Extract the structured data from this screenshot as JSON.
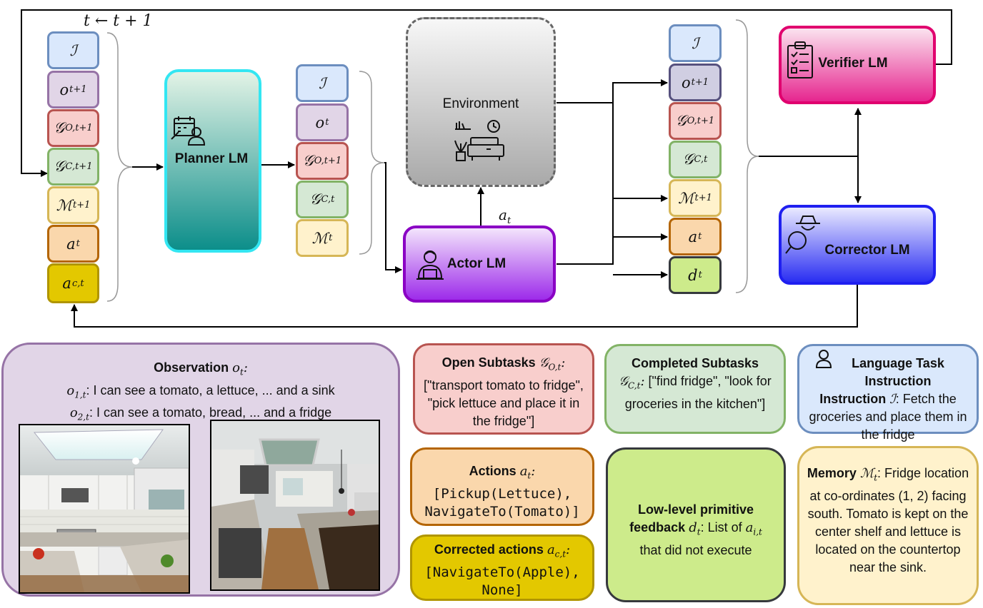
{
  "loop_label": "t ← t + 1",
  "action_edge_label": "a_t",
  "left_stack": [
    "I",
    "o_t+1",
    "G_O,t+1",
    "G_C,t+1",
    "M_t+1",
    "a_t",
    "a_c,t"
  ],
  "planner_stack": [
    "I",
    "o_t",
    "G_O,t+1",
    "G_C,t",
    "M_t"
  ],
  "right_stack": [
    "I",
    "o_t+1",
    "G_O,t+1",
    "G_C,t",
    "M_t+1",
    "a_t",
    "d_t"
  ],
  "models": {
    "planner": "Planner LM",
    "actor": "Actor LM",
    "verifier": "Verifier LM",
    "corrector": "Corrector LM",
    "environment": "Environment"
  },
  "icons": [
    "planner-schedule-icon",
    "actor-robot-icon",
    "verifier-checklist-icon",
    "corrector-detective-icon",
    "environment-room-icon",
    "user-icon"
  ],
  "observation": {
    "title": "Observation",
    "title_sym": "o_t:",
    "line1_sym": "o_1,t",
    "line1": ": I can see a tomato, a lettuce, ... and a sink",
    "line2_sym": "o_2,t",
    "line2": ": I can see a tomato, bread, ... and a fridge"
  },
  "open_subtasks": {
    "title": "Open Subtasks",
    "sym": "G_O,t:",
    "body": "[\"transport tomato to fridge\", \"pick lettuce and place it in the fridge\"]"
  },
  "completed_subtasks": {
    "title": "Completed Subtasks",
    "sym": "G_C,t:",
    "body": " [\"find fridge\", \"look for groceries in the kitchen\"]"
  },
  "instruction": {
    "title": "Language Task Instruction",
    "sym": "I",
    "body": ": Fetch the groceries and place them in the fridge"
  },
  "actions": {
    "title": "Actions",
    "sym": "a_t:",
    "line1": "Pickup(Lettuce),",
    "line2": "NavigateTo(Tomato)"
  },
  "corrected_actions": {
    "title": "Corrected actions",
    "sym": "a_c,t:",
    "line1": "NavigateTo(Apple),",
    "line2": "None"
  },
  "feedback": {
    "title1": "Low-level primitive",
    "title2": "feedback",
    "sym": "d_t",
    "body1": ": List of",
    "sym2": "a_i,t",
    "body2": "that did not execute"
  },
  "memory": {
    "title": "Memory",
    "sym": "M_t",
    "body": ": Fridge location at co-ordinates (1, 2) facing south. Tomato is kept on the center shelf and lettuce is located on the countertop near the sink."
  },
  "colors": {
    "instruction": "#dae8fc",
    "observation": "#e1d5e7",
    "open_subtasks": "#f8cecc",
    "completed_subtasks": "#d5e8d4",
    "memory": "#fff2cc",
    "actions": "#fad7ac",
    "corrected_actions": "#e3c800",
    "feedback": "#cdeb8b",
    "planner_border": "#33e6f2",
    "actor": "#9d2bea",
    "verifier": "#e6268f",
    "corrector": "#2a2ef2"
  }
}
